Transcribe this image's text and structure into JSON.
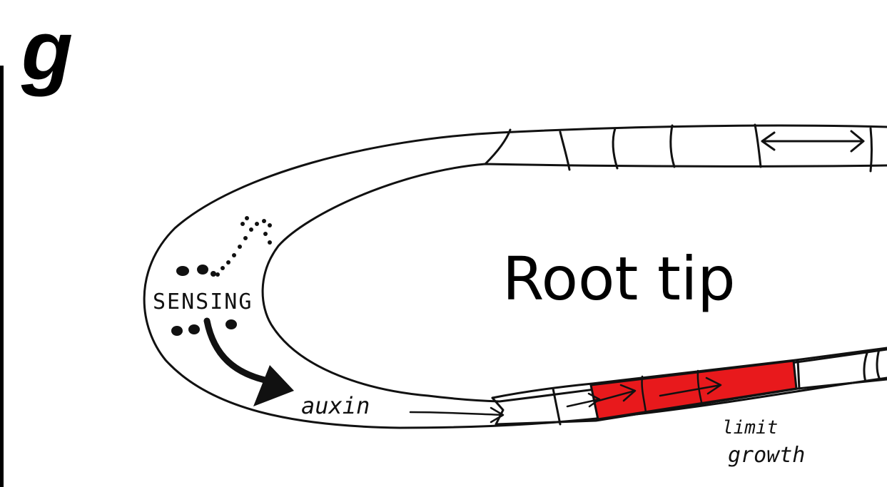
{
  "panel_letter": "g",
  "title": "Root tip",
  "labels": {
    "sensing": "SENSING",
    "auxin": "auxin",
    "limit": "limit",
    "growth": "growth"
  },
  "colors": {
    "ink": "#111111",
    "growth_zone": "#e8191c",
    "background": "#ffffff"
  }
}
